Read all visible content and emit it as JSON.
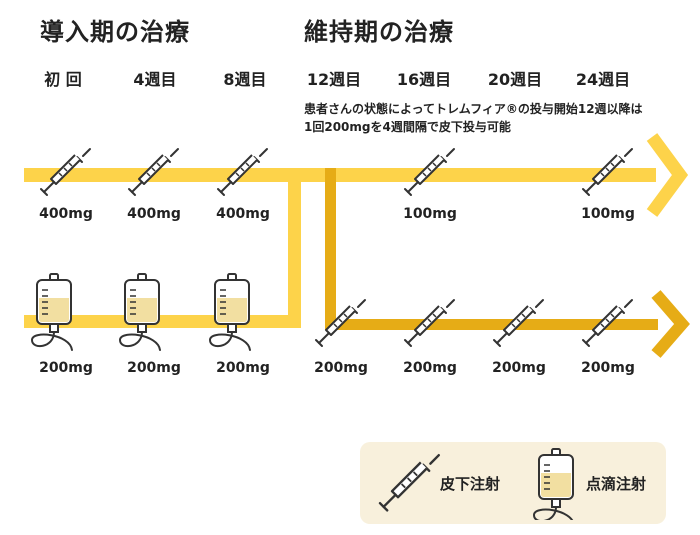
{
  "colors": {
    "yellow_light": "#fdd34a",
    "yellow_dark": "#e6ac16",
    "legend_bg": "#f8f0dc",
    "bag_fill": "#f2dfa1",
    "icon_stroke": "#333333"
  },
  "sections": {
    "induction_title": "導入期の治療",
    "maintenance_title": "維持期の治療"
  },
  "timeline": {
    "weeks": [
      "初 回",
      "4週目",
      "8週目",
      "12週目",
      "16週目",
      "20週目",
      "24週目"
    ]
  },
  "note": {
    "line1": "患者さんの状態によってトレムフィア®の投与開始12週以降は",
    "line2": "1回200mgを4週間隔で皮下投与可能"
  },
  "upper_track": {
    "route": "subcutaneous",
    "doses": [
      "400mg",
      "400mg",
      "400mg",
      "100mg",
      "100mg"
    ]
  },
  "lower_track": {
    "induction_route": "intravenous",
    "maintenance_route": "subcutaneous",
    "doses": [
      "200mg",
      "200mg",
      "200mg",
      "200mg",
      "200mg",
      "200mg",
      "200mg"
    ]
  },
  "legend": {
    "syringe_label": "皮下注射",
    "infusion_label": "点滴注射",
    "syringe_icon": "syringe-icon",
    "infusion_icon": "iv-bag-icon"
  }
}
